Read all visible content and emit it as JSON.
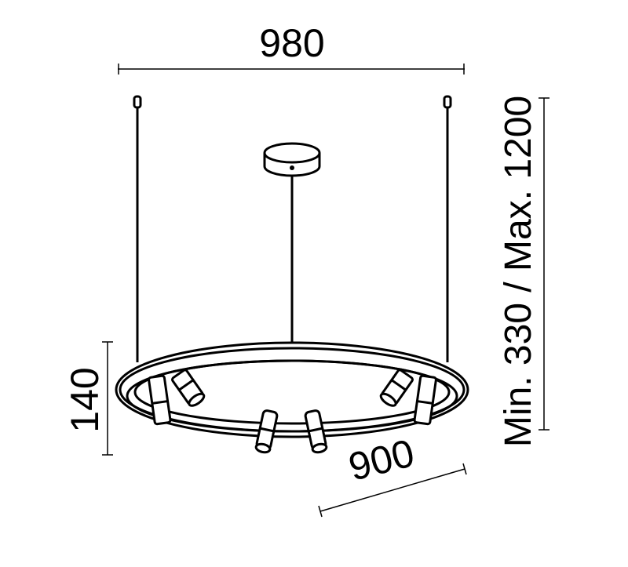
{
  "dimensions": {
    "width_top": "980",
    "height_ring": "140",
    "ring_diameter": "900",
    "suspension": "Min. 330 / Max. 1200"
  },
  "colors": {
    "line": "#000000",
    "background": "#ffffff"
  }
}
